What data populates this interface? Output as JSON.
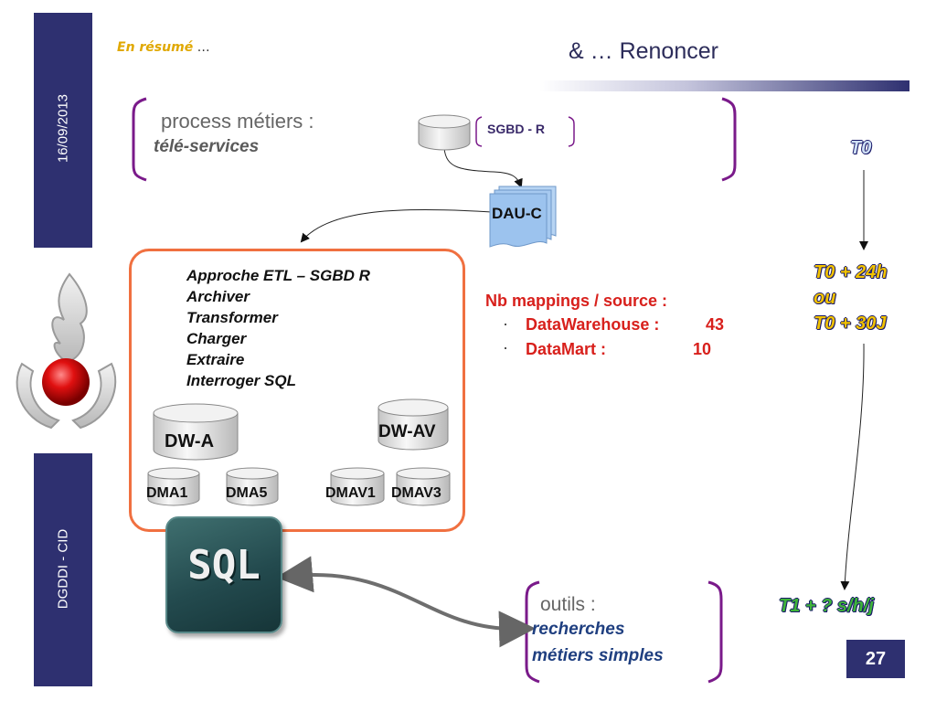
{
  "header": {
    "section_prefix": "En résumé",
    "section_suffix": " …",
    "title": "& … Renoncer"
  },
  "sidebar": {
    "date": "16/09/2013",
    "org": "DGDDI - CID"
  },
  "process_block": {
    "title": "process métiers :",
    "subtitle": "télé-services",
    "sgbd": "SGBD - R",
    "dau": "DAU-C"
  },
  "etl_box": {
    "lines": [
      "Approche ETL – SGBD R",
      "Archiver",
      "Transformer",
      "Charger",
      "Extraire",
      "Interroger SQL"
    ],
    "dw_a": "DW-A",
    "dw_av": "DW-AV",
    "dma1": "DMA1",
    "dma5": "DMA5",
    "dmav1": "DMAV1",
    "dmav3": "DMAV3"
  },
  "mappings": {
    "title": "Nb mappings / source :",
    "items": [
      {
        "label": "DataWarehouse :",
        "value": "43"
      },
      {
        "label": "DataMart :",
        "value": "10"
      }
    ]
  },
  "sql_logo": "SQL",
  "tools_block": {
    "title": "outils :",
    "line1": "recherches",
    "line2": "métiers simples"
  },
  "timeline": {
    "t0": "T0",
    "t0_24h": "T0 + 24h",
    "ou": "ou",
    "t0_30j": "T0 + 30J",
    "t1": "T1 + ? s/h/j"
  },
  "page_number": "27",
  "colors": {
    "sidebar": "#2e3070",
    "bracket": "#7a1a8a",
    "etl_border": "#f07040",
    "red_text": "#d8201c",
    "dau_doc": "#9cc3ee"
  }
}
